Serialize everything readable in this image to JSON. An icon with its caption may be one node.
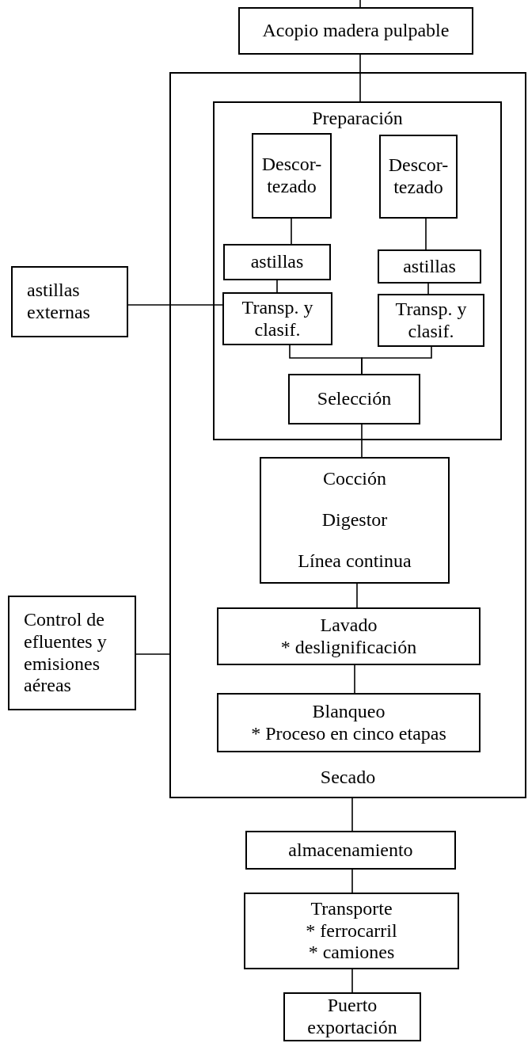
{
  "diagram": {
    "nodes": [
      {
        "text": [
          "Acopio madera pulpable"
        ]
      },
      {
        "text": [
          "Secado"
        ]
      },
      {
        "text": [
          "Preparación"
        ],
        "in": 1
      },
      {
        "text": [
          "Descor- tezado"
        ],
        "in": 2
      },
      {
        "text": [
          "Descor- tezado"
        ],
        "in": 2
      },
      {
        "text": [
          "astillas"
        ],
        "in": 2
      },
      {
        "text": [
          "astillas"
        ],
        "in": 2
      },
      {
        "text": [
          "Transp. y clasif."
        ],
        "in": 2
      },
      {
        "text": [
          "Transp. y clasif."
        ],
        "in": 2
      },
      {
        "text": [
          "Selección"
        ],
        "in": 2
      },
      {
        "text": [
          "astillas externas"
        ]
      },
      {
        "text": [
          "Cocción",
          "Digestor",
          "Línea continua"
        ],
        "in": 1
      },
      {
        "text": [
          "Lavado",
          "* deslignificación"
        ],
        "in": 1
      },
      {
        "text": [
          "Blanqueo",
          "* Proceso en cinco etapas"
        ],
        "in": 1
      },
      {
        "text": [
          "Control de efluentes y emisiones aéreas"
        ]
      },
      {
        "text": [
          "almacenamiento"
        ]
      },
      {
        "text": [
          "Transporte",
          "* ferrocarril",
          "* camiones"
        ]
      },
      {
        "text": [
          "Puerto exportación"
        ]
      }
    ],
    "edges": [
      {
        "from": null,
        "to": 0,
        "arrow": "none"
      },
      {
        "from": 0,
        "to": 2,
        "arrow": "none"
      },
      {
        "from": 3,
        "to": 5,
        "arrow": "none"
      },
      {
        "from": 5,
        "to": 7,
        "arrow": "none"
      },
      {
        "from": 4,
        "to": 6,
        "arrow": "none"
      },
      {
        "from": 6,
        "to": 8,
        "arrow": "none"
      },
      {
        "from": 7,
        "to": 9,
        "arrow": "none"
      },
      {
        "from": 8,
        "to": 9,
        "arrow": "none"
      },
      {
        "from": 10,
        "to": 7,
        "arrow": "none"
      },
      {
        "from": 9,
        "to": 11,
        "arrow": "none"
      },
      {
        "from": 11,
        "to": 12,
        "arrow": "none"
      },
      {
        "from": 12,
        "to": 13,
        "arrow": "none"
      },
      {
        "from": 14,
        "to": 1,
        "arrow": "none"
      },
      {
        "from": 1,
        "to": 15,
        "arrow": "none"
      },
      {
        "from": 15,
        "to": 16,
        "arrow": "none"
      },
      {
        "from": 16,
        "to": 17,
        "arrow": "none"
      }
    ]
  }
}
